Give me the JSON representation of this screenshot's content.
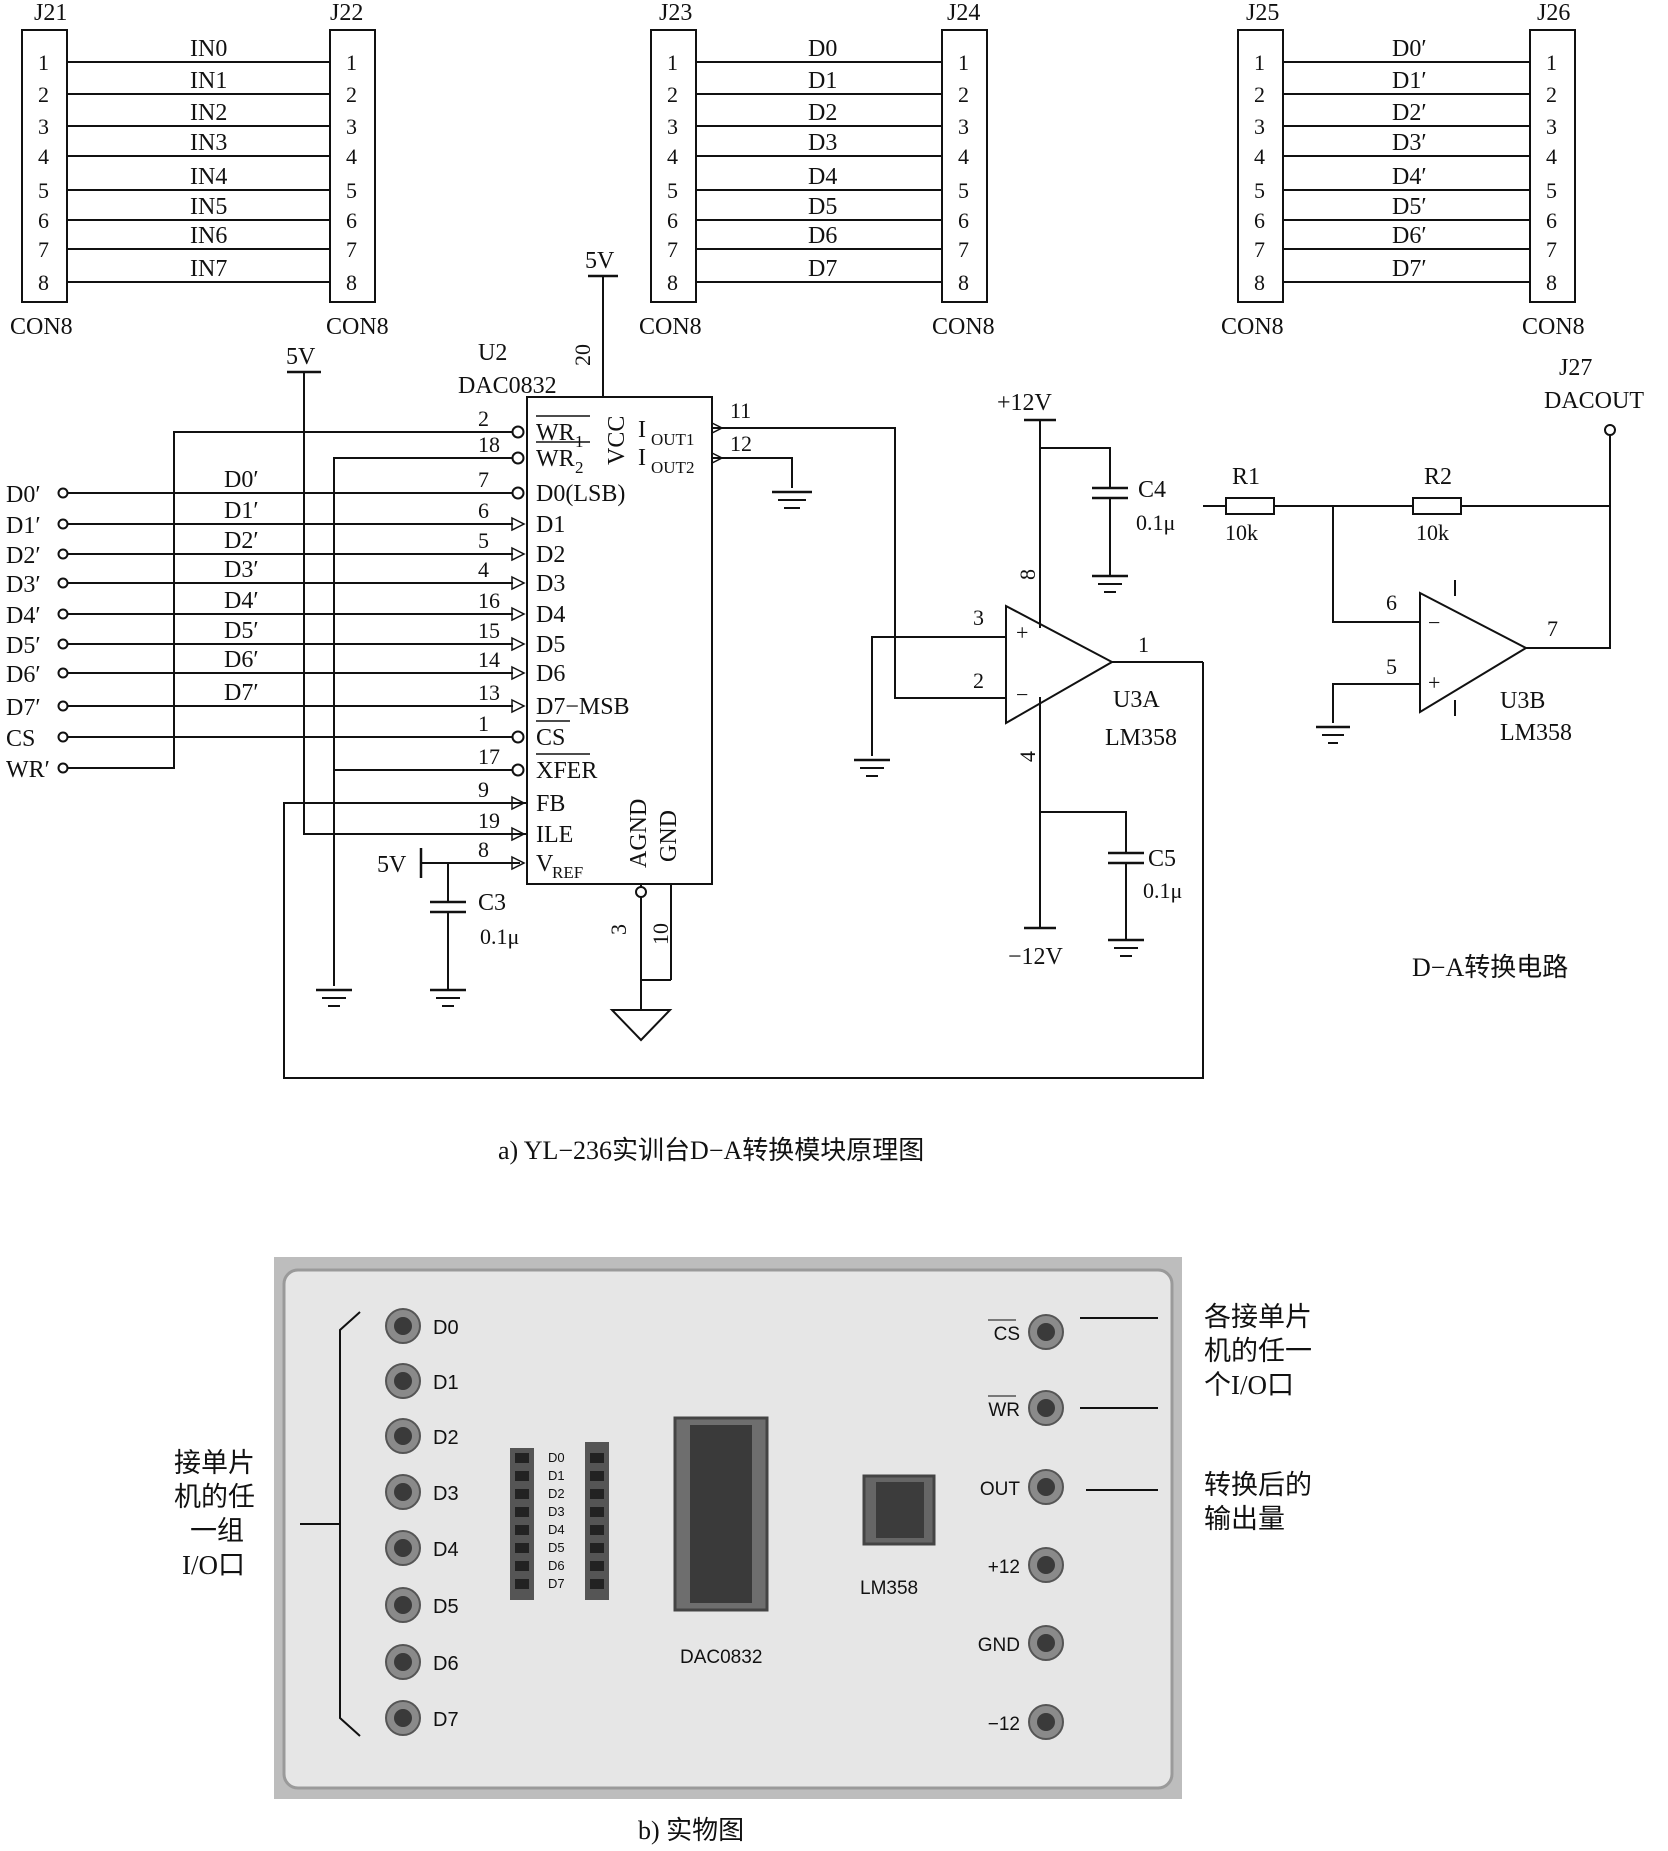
{
  "connectors": [
    {
      "top_label": "J21",
      "bottom_label": "CON8"
    },
    {
      "top_label": "J22",
      "bottom_label": "CON8"
    },
    {
      "top_label": "J23",
      "bottom_label": "CON8"
    },
    {
      "top_label": "J24",
      "bottom_label": "CON8"
    },
    {
      "top_label": "J25",
      "bottom_label": "CON8"
    },
    {
      "top_label": "J26",
      "bottom_label": "CON8"
    }
  ],
  "connector_pins": [
    "1",
    "2",
    "3",
    "4",
    "5",
    "6",
    "7",
    "8"
  ],
  "bus_in": [
    "IN0",
    "IN1",
    "IN2",
    "IN3",
    "IN4",
    "IN5",
    "IN6",
    "IN7"
  ],
  "bus_d": [
    "D0",
    "D1",
    "D2",
    "D3",
    "D4",
    "D5",
    "D6",
    "D7"
  ],
  "bus_dp": [
    "D0′",
    "D1′",
    "D2′",
    "D3′",
    "D4′",
    "D5′",
    "D6′",
    "D7′"
  ],
  "power": {
    "v5": "5V",
    "v12p": "+12V",
    "v12n": "−12V"
  },
  "dac": {
    "ref": "U2",
    "part": "DAC0832",
    "vcc": "VCC",
    "vcc_pin": "20",
    "agnd": "AGND",
    "gnd": "GND",
    "agnd_pin": "3",
    "gnd_pin": "10",
    "left_pins": [
      {
        "num": "2",
        "name": "WR",
        "sub": "1"
      },
      {
        "num": "18",
        "name": "WR",
        "sub": "2"
      },
      {
        "num": "7",
        "name": "D0(LSB)",
        "sub": ""
      },
      {
        "num": "6",
        "name": "D1",
        "sub": ""
      },
      {
        "num": "5",
        "name": "D2",
        "sub": ""
      },
      {
        "num": "4",
        "name": "D3",
        "sub": ""
      },
      {
        "num": "16",
        "name": "D4",
        "sub": ""
      },
      {
        "num": "15",
        "name": "D5",
        "sub": ""
      },
      {
        "num": "14",
        "name": "D6",
        "sub": ""
      },
      {
        "num": "13",
        "name": "D7−MSB",
        "sub": ""
      },
      {
        "num": "1",
        "name": "CS",
        "sub": ""
      },
      {
        "num": "17",
        "name": "XFER",
        "sub": ""
      },
      {
        "num": "9",
        "name": "FB",
        "sub": ""
      },
      {
        "num": "19",
        "name": "ILE",
        "sub": ""
      },
      {
        "num": "8",
        "name": "V",
        "sub": "REF"
      }
    ],
    "iout1": {
      "name": "I",
      "sub": "OUT1",
      "num": "11"
    },
    "iout2": {
      "name": "I",
      "sub": "OUT2",
      "num": "12"
    }
  },
  "inputs": [
    "D0′",
    "D1′",
    "D2′",
    "D3′",
    "D4′",
    "D5′",
    "D6′",
    "D7′",
    "CS",
    "WR′"
  ],
  "caps": [
    {
      "ref": "C3",
      "value": "0.1μ"
    },
    {
      "ref": "C4",
      "value": "0.1μ"
    },
    {
      "ref": "C5",
      "value": "0.1μ"
    }
  ],
  "opamp_a": {
    "ref": "U3A",
    "part": "LM358",
    "pin_plus": "3",
    "pin_minus": "2",
    "pin_out": "1",
    "pin_vp": "8",
    "pin_vn": "4"
  },
  "opamp_b": {
    "ref": "U3B",
    "part": "LM358",
    "pin_minus": "6",
    "pin_plus": "5",
    "pin_out": "7"
  },
  "resistors": [
    {
      "ref": "R1",
      "value": "10k"
    },
    {
      "ref": "R2",
      "value": "10k"
    }
  ],
  "output": {
    "ref": "J27",
    "name": "DACOUT"
  },
  "circuit_label": "D−A转换电路",
  "caption_a": "a) YL−236实训台D−A转换模块原理图",
  "photo": {
    "left_pins": [
      "D0",
      "D1",
      "D2",
      "D3",
      "D4",
      "D5",
      "D6",
      "D7"
    ],
    "header_labels": [
      "D0",
      "D1",
      "D2",
      "D3",
      "D4",
      "D5",
      "D6",
      "D7"
    ],
    "right_pins": [
      "CS",
      "WR",
      "OUT",
      "+12",
      "GND",
      "−12"
    ],
    "dac_label": "DAC0832",
    "opamp_label": "LM358"
  },
  "annotations": {
    "left": [
      "接单片",
      "机的任",
      "一组",
      "I/O口"
    ],
    "right_top": [
      "各接单片",
      "机的任一",
      "个I/O口"
    ],
    "right_mid": [
      "转换后的",
      "输出量"
    ]
  },
  "caption_b": "b) 实物图"
}
